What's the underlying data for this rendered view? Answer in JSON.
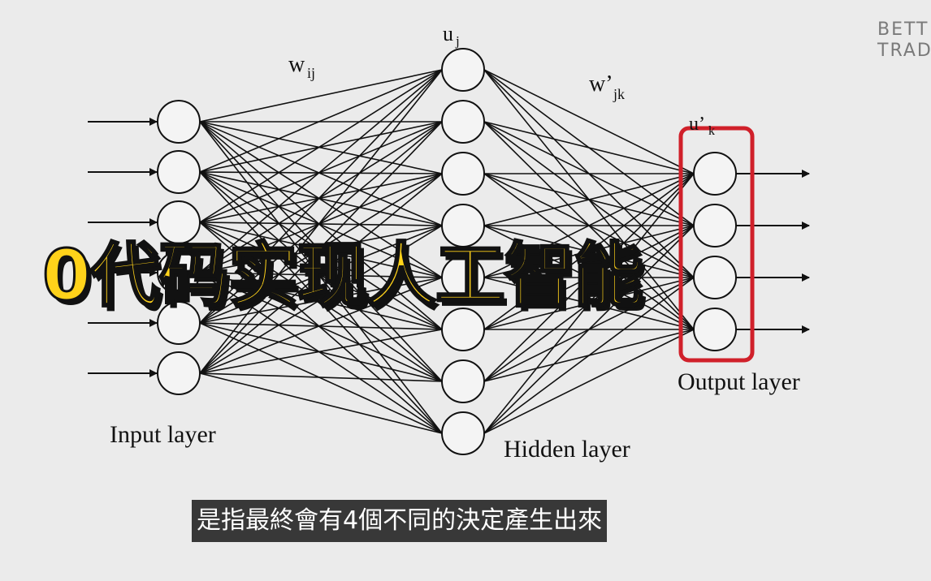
{
  "labels": {
    "input_layer": "Input layer",
    "hidden_layer": "Hidden layer",
    "output_layer": "Output layer",
    "w_ij": "w",
    "w_ij_sub": "ij",
    "u_j": "u",
    "u_j_sub": "j",
    "w_jk": "w’",
    "w_jk_sub": "jk",
    "u_k": "u’",
    "u_k_sub": "k"
  },
  "network": {
    "input_nodes": 6,
    "hidden_nodes": 8,
    "output_nodes": 4
  },
  "colors": {
    "highlight": "#d0202a",
    "headline_fill": "#ffd21a"
  },
  "overlay": {
    "headline": "0代码实现人工智能",
    "subtitle": "是指最終會有4個不同的決定產生出來",
    "watermark_line1": "BETT",
    "watermark_line2": "TRAD"
  }
}
